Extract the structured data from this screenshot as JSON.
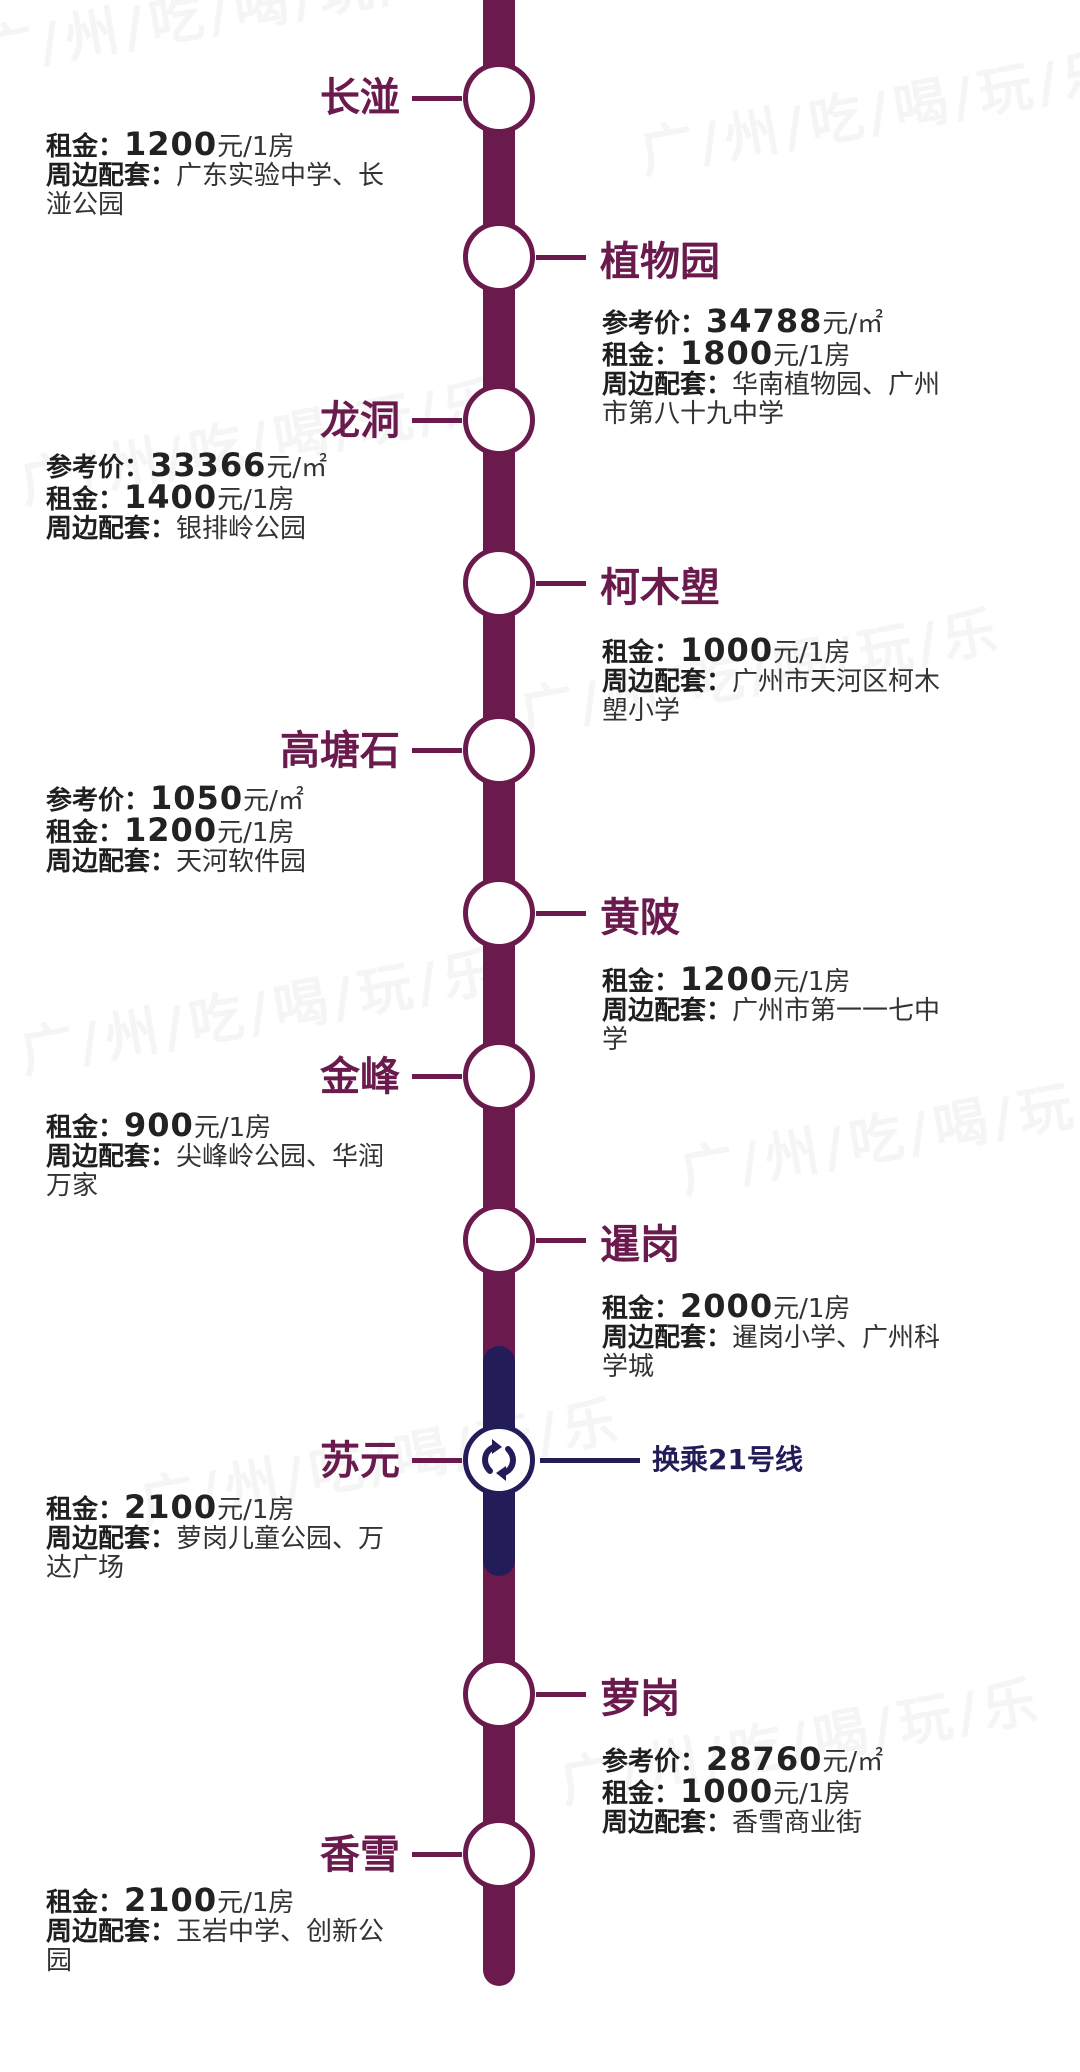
{
  "colors": {
    "line": "#6a1a4c",
    "transfer_line": "#221c58",
    "station_name": "#6a1a4c",
    "text": "#333333"
  },
  "watermark": "广/州/吃/喝/玩/乐",
  "transfer": {
    "label": "换乘21号线",
    "icon": "transfer-arrows-icon"
  },
  "stations": [
    {
      "name": "长湴",
      "price": "",
      "rent": "1200",
      "amenities": "广东实验中学、长湴公园"
    },
    {
      "name": "植物园",
      "price": "34788",
      "rent": "1800",
      "amenities": "华南植物园、广州市第八十九中学"
    },
    {
      "name": "龙洞",
      "price": "33366",
      "rent": "1400",
      "amenities": "银排岭公园"
    },
    {
      "name": "柯木塱",
      "price": "",
      "rent": "1000",
      "amenities": "广州市天河区柯木塱小学"
    },
    {
      "name": "高塘石",
      "price": "1050",
      "rent": "1200",
      "amenities": "天河软件园"
    },
    {
      "name": "黄陂",
      "price": "",
      "rent": "1200",
      "amenities": "广州市第一一七中学"
    },
    {
      "name": "金峰",
      "price": "",
      "rent": "900",
      "amenities": "尖峰岭公园、华润万家"
    },
    {
      "name": "暹岗",
      "price": "",
      "rent": "2000",
      "amenities": "暹岗小学、广州科学城"
    },
    {
      "name": "苏元",
      "price": "",
      "rent": "2100",
      "amenities": "萝岗儿童公园、万达广场"
    },
    {
      "name": "萝岗",
      "price": "28760",
      "rent": "1000",
      "amenities": "香雪商业街"
    },
    {
      "name": "香雪",
      "price": "",
      "rent": "2100",
      "amenities": "玉岩中学、创新公园"
    }
  ],
  "labels": {
    "price": "参考价：",
    "price_unit": "元/㎡",
    "rent": "租金：",
    "rent_unit": "元/1房",
    "amenities": "周边配套："
  }
}
